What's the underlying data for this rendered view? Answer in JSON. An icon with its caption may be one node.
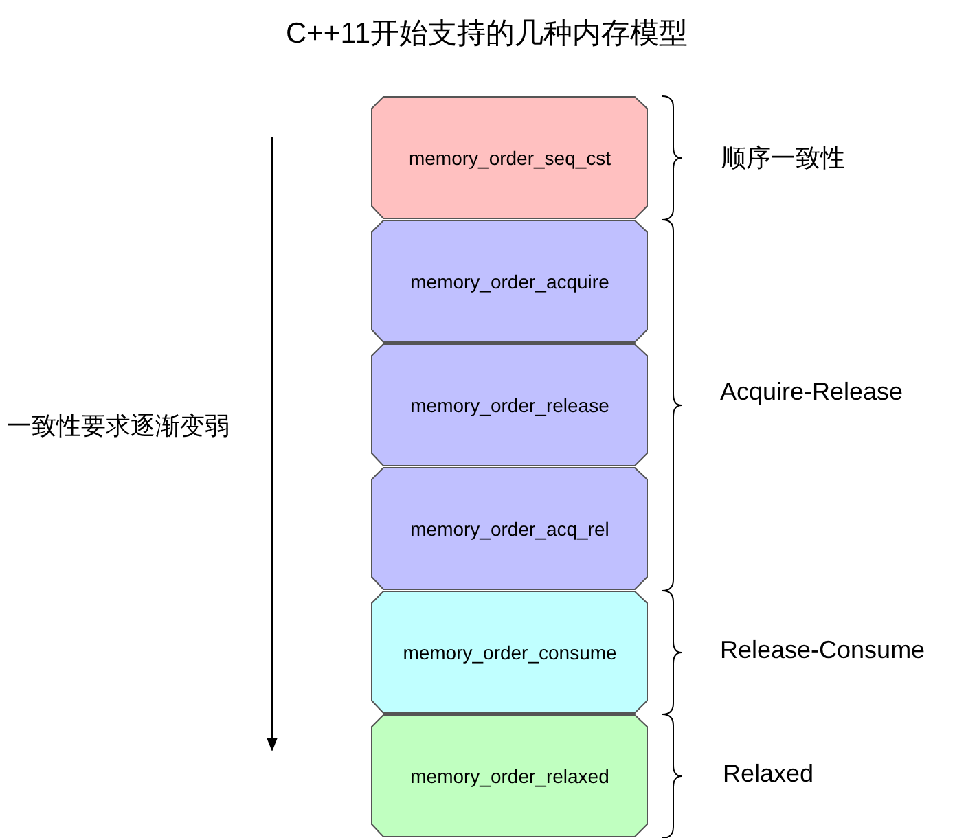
{
  "diagram": {
    "title": "C++11开始支持的几种内存模型",
    "nodes": [
      {
        "text": [
          "memory_order_seq_cst"
        ]
      },
      {
        "text": [
          "memory_order_acquire"
        ]
      },
      {
        "text": [
          "memory_order_release"
        ]
      },
      {
        "text": [
          "memory_order_acq_rel"
        ]
      },
      {
        "text": [
          "memory_order_consume"
        ]
      },
      {
        "text": [
          "memory_order_relaxed"
        ]
      }
    ],
    "labels": [
      "顺序一致性",
      "一致性要求逐渐变弱",
      "Acquire-Release",
      "Release-Consume",
      "Relaxed"
    ]
  }
}
